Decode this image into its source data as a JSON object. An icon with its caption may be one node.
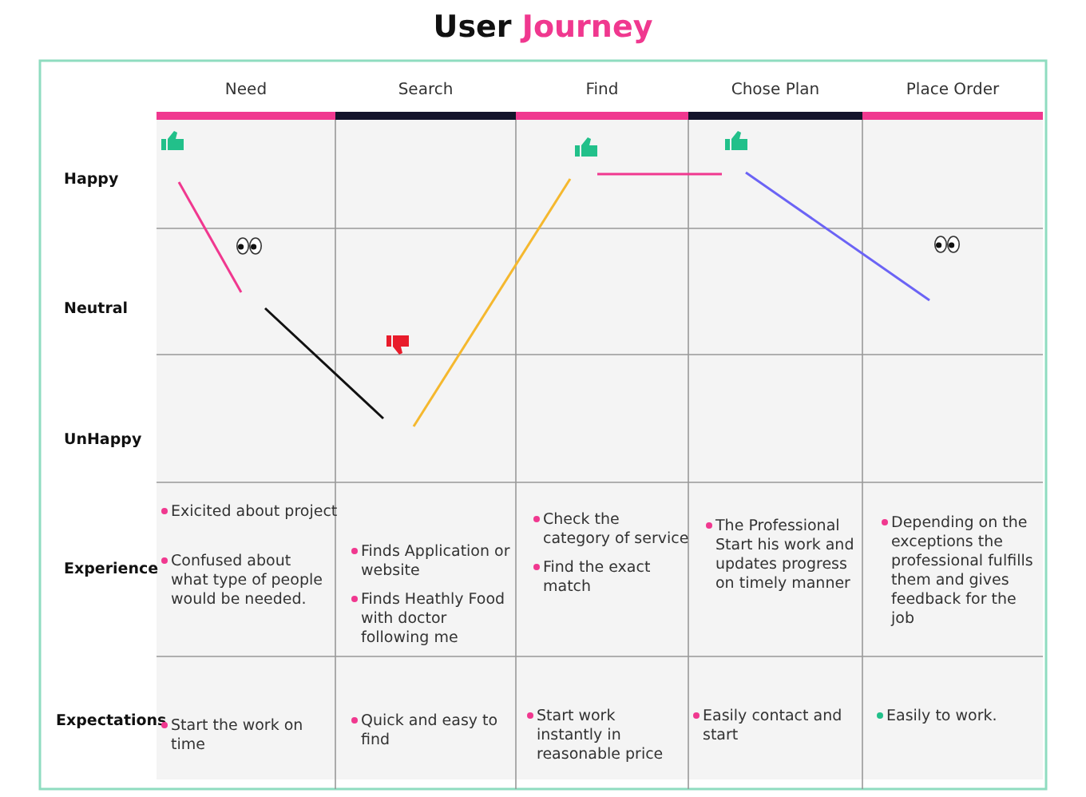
{
  "diagram": {
    "title": "User Journey",
    "labels": [
      "Need",
      "Search",
      "Find",
      "Chose Plan",
      "Place Order",
      "Happy",
      "Neutral",
      "UnHappy",
      "Experience",
      "Exicited about project",
      "Confused about what type of people would be needed.",
      "Finds Application or website",
      "Finds Heathly Food with doctor following me",
      "Check the category of service",
      "Find the exact match",
      "The Professional Start his work and updates progress on timely manner",
      "Depending on the exceptions the professional fulfills them and gives feedback for the job",
      "Expectations",
      "Start the work on time",
      "Quick and easy to find",
      "Start work instantly in reasonable price",
      "Easily contact and start",
      "Easily to work."
    ]
  }
}
